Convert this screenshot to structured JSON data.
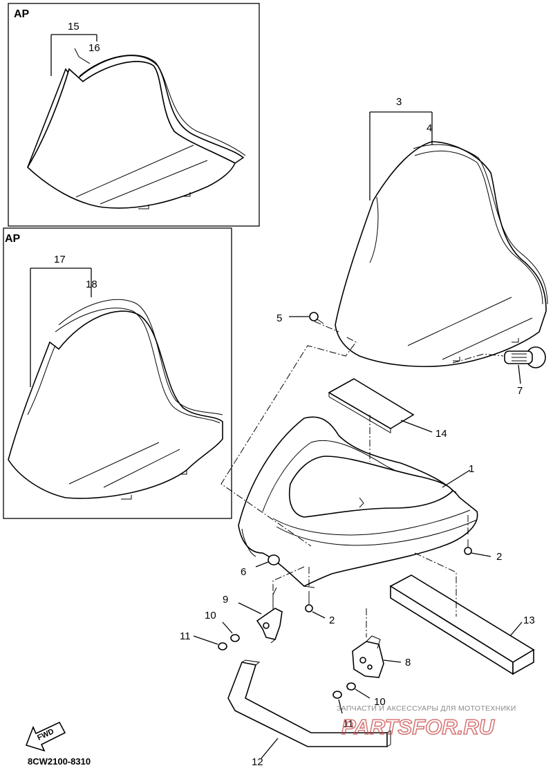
{
  "diagram": {
    "code": "8CW2100-8310",
    "ap_label": "AP",
    "fwd_label": "FWD",
    "labels": [
      "15",
      "16",
      "3",
      "4",
      "17",
      "18",
      "5",
      "7",
      "14",
      "1",
      "2",
      "6",
      "9",
      "10",
      "11",
      "2",
      "13",
      "8",
      "10",
      "11",
      "12"
    ]
  },
  "watermark": {
    "text": "ЗАПЧАСТИ И АКСЕССУАРЫ ДЛЯ МОТОТЕХНИКИ",
    "logo": "PARTSFOR.RU"
  }
}
